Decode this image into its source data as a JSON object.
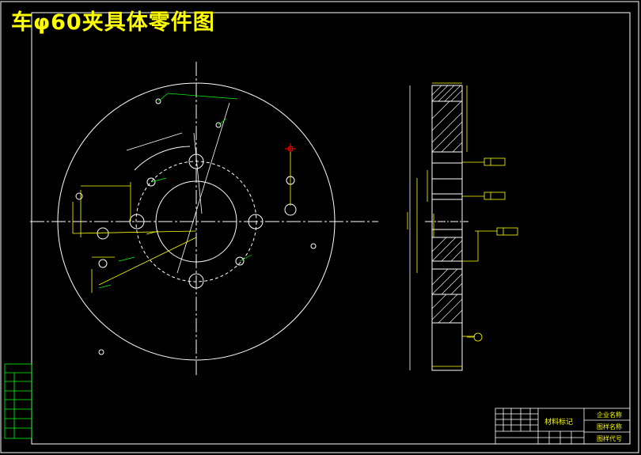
{
  "title": "车φ60夹具体零件图",
  "title_block": {
    "material": "材料标记",
    "company": "企业名称",
    "drawing_name": "图样名称",
    "drawing_code": "图样代号"
  },
  "colors": {
    "background": "#000000",
    "outline": "#ffffff",
    "dimension": "#00ff00",
    "text": "#ffff00",
    "accent": "#ff0000"
  }
}
